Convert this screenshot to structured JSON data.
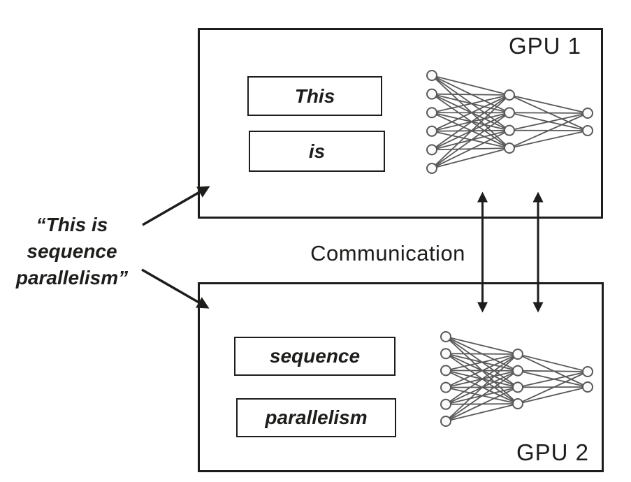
{
  "quote": {
    "lines": [
      "“This is",
      "sequence",
      "parallelism”"
    ]
  },
  "communication": {
    "label": "Communication"
  },
  "gpu1": {
    "label": "GPU 1",
    "tokens": [
      "This",
      "is"
    ]
  },
  "gpu2": {
    "label": "GPU 2",
    "tokens": [
      "sequence",
      "parallelism"
    ]
  },
  "network": {
    "layers": [
      6,
      4,
      2
    ]
  },
  "colors": {
    "ink": "#1d1d1b",
    "network": "#59595b",
    "node_fill": "#fbfbfb",
    "background": "#ffffff"
  }
}
